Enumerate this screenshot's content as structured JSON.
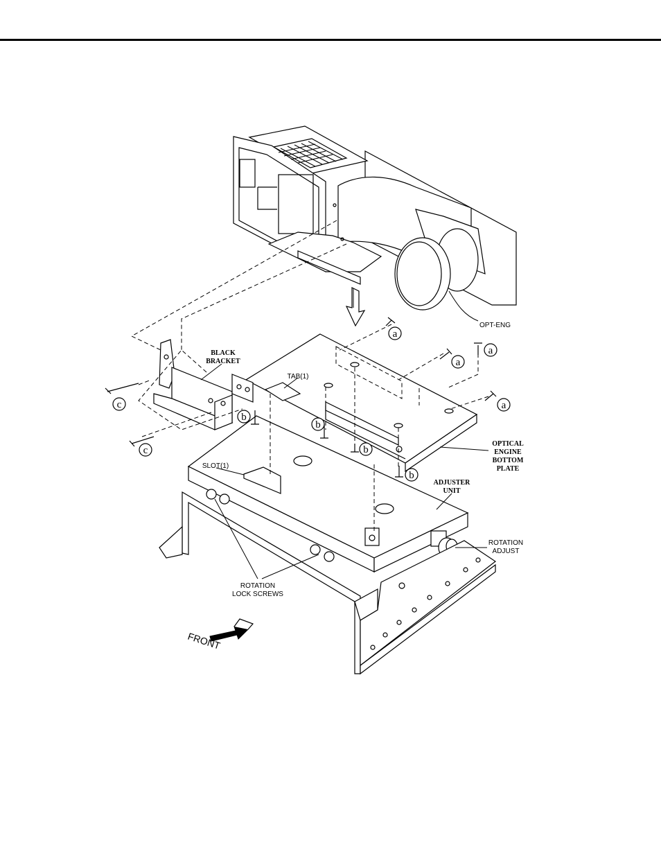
{
  "labels": {
    "opt_eng": "OPT-ENG",
    "black_bracket_1": "BLACK",
    "black_bracket_2": "BRACKET",
    "tab": "TAB(1)",
    "slot": "SLOT(1)",
    "optical_1": "OPTICAL",
    "optical_2": "ENGINE",
    "optical_3": "BOTTOM",
    "optical_4": "PLATE",
    "adjuster_1": "ADJUSTER",
    "adjuster_2": "UNIT",
    "rotation_adjust_1": "ROTATION",
    "rotation_adjust_2": "ADJUST",
    "lock_screws_1": "ROTATION",
    "lock_screws_2": "LOCK SCREWS",
    "front": "FRONT"
  },
  "callouts": {
    "a": "a",
    "b": "b",
    "c": "c"
  }
}
